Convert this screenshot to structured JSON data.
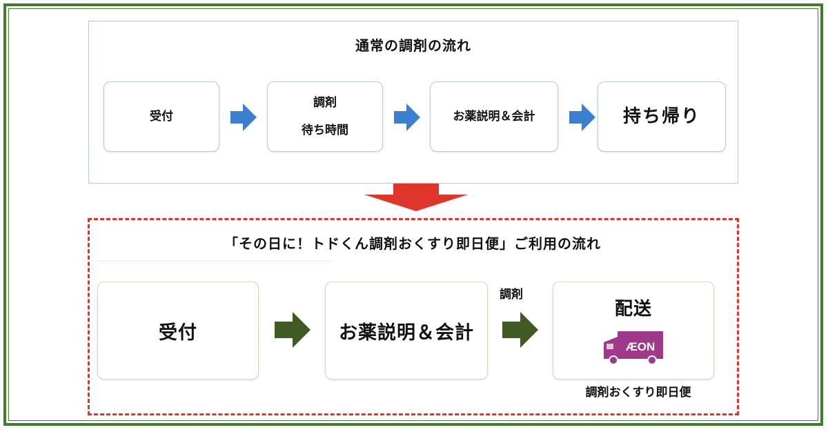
{
  "top": {
    "title": "通常の調剤の流れ",
    "steps": [
      {
        "lines": [
          "受付"
        ]
      },
      {
        "lines": [
          "調剤",
          "待ち時間"
        ]
      },
      {
        "lines": [
          "お薬説明＆会計"
        ]
      },
      {
        "lines": [
          "持ち帰り"
        ]
      }
    ]
  },
  "bottom": {
    "title": "「その日に！トドくん調剤おくすり即日便」ご利用の流れ",
    "steps": [
      {
        "label": "受付"
      },
      {
        "label": "お薬説明＆会計"
      },
      {
        "label": "配送",
        "truck_logo": "ÆON",
        "caption": "調剤おくすり即日便"
      }
    ],
    "arrow_label": "調剤"
  },
  "colors": {
    "frame_green": "#3f7d2a",
    "blue_arrow": "#3a7fd0",
    "green_arrow": "#3f5a23",
    "red_arrow": "#e0352b",
    "truck_purple": "#a0398a"
  },
  "icons": [
    "arrow-right-icon",
    "arrow-down-icon",
    "delivery-truck-icon"
  ]
}
